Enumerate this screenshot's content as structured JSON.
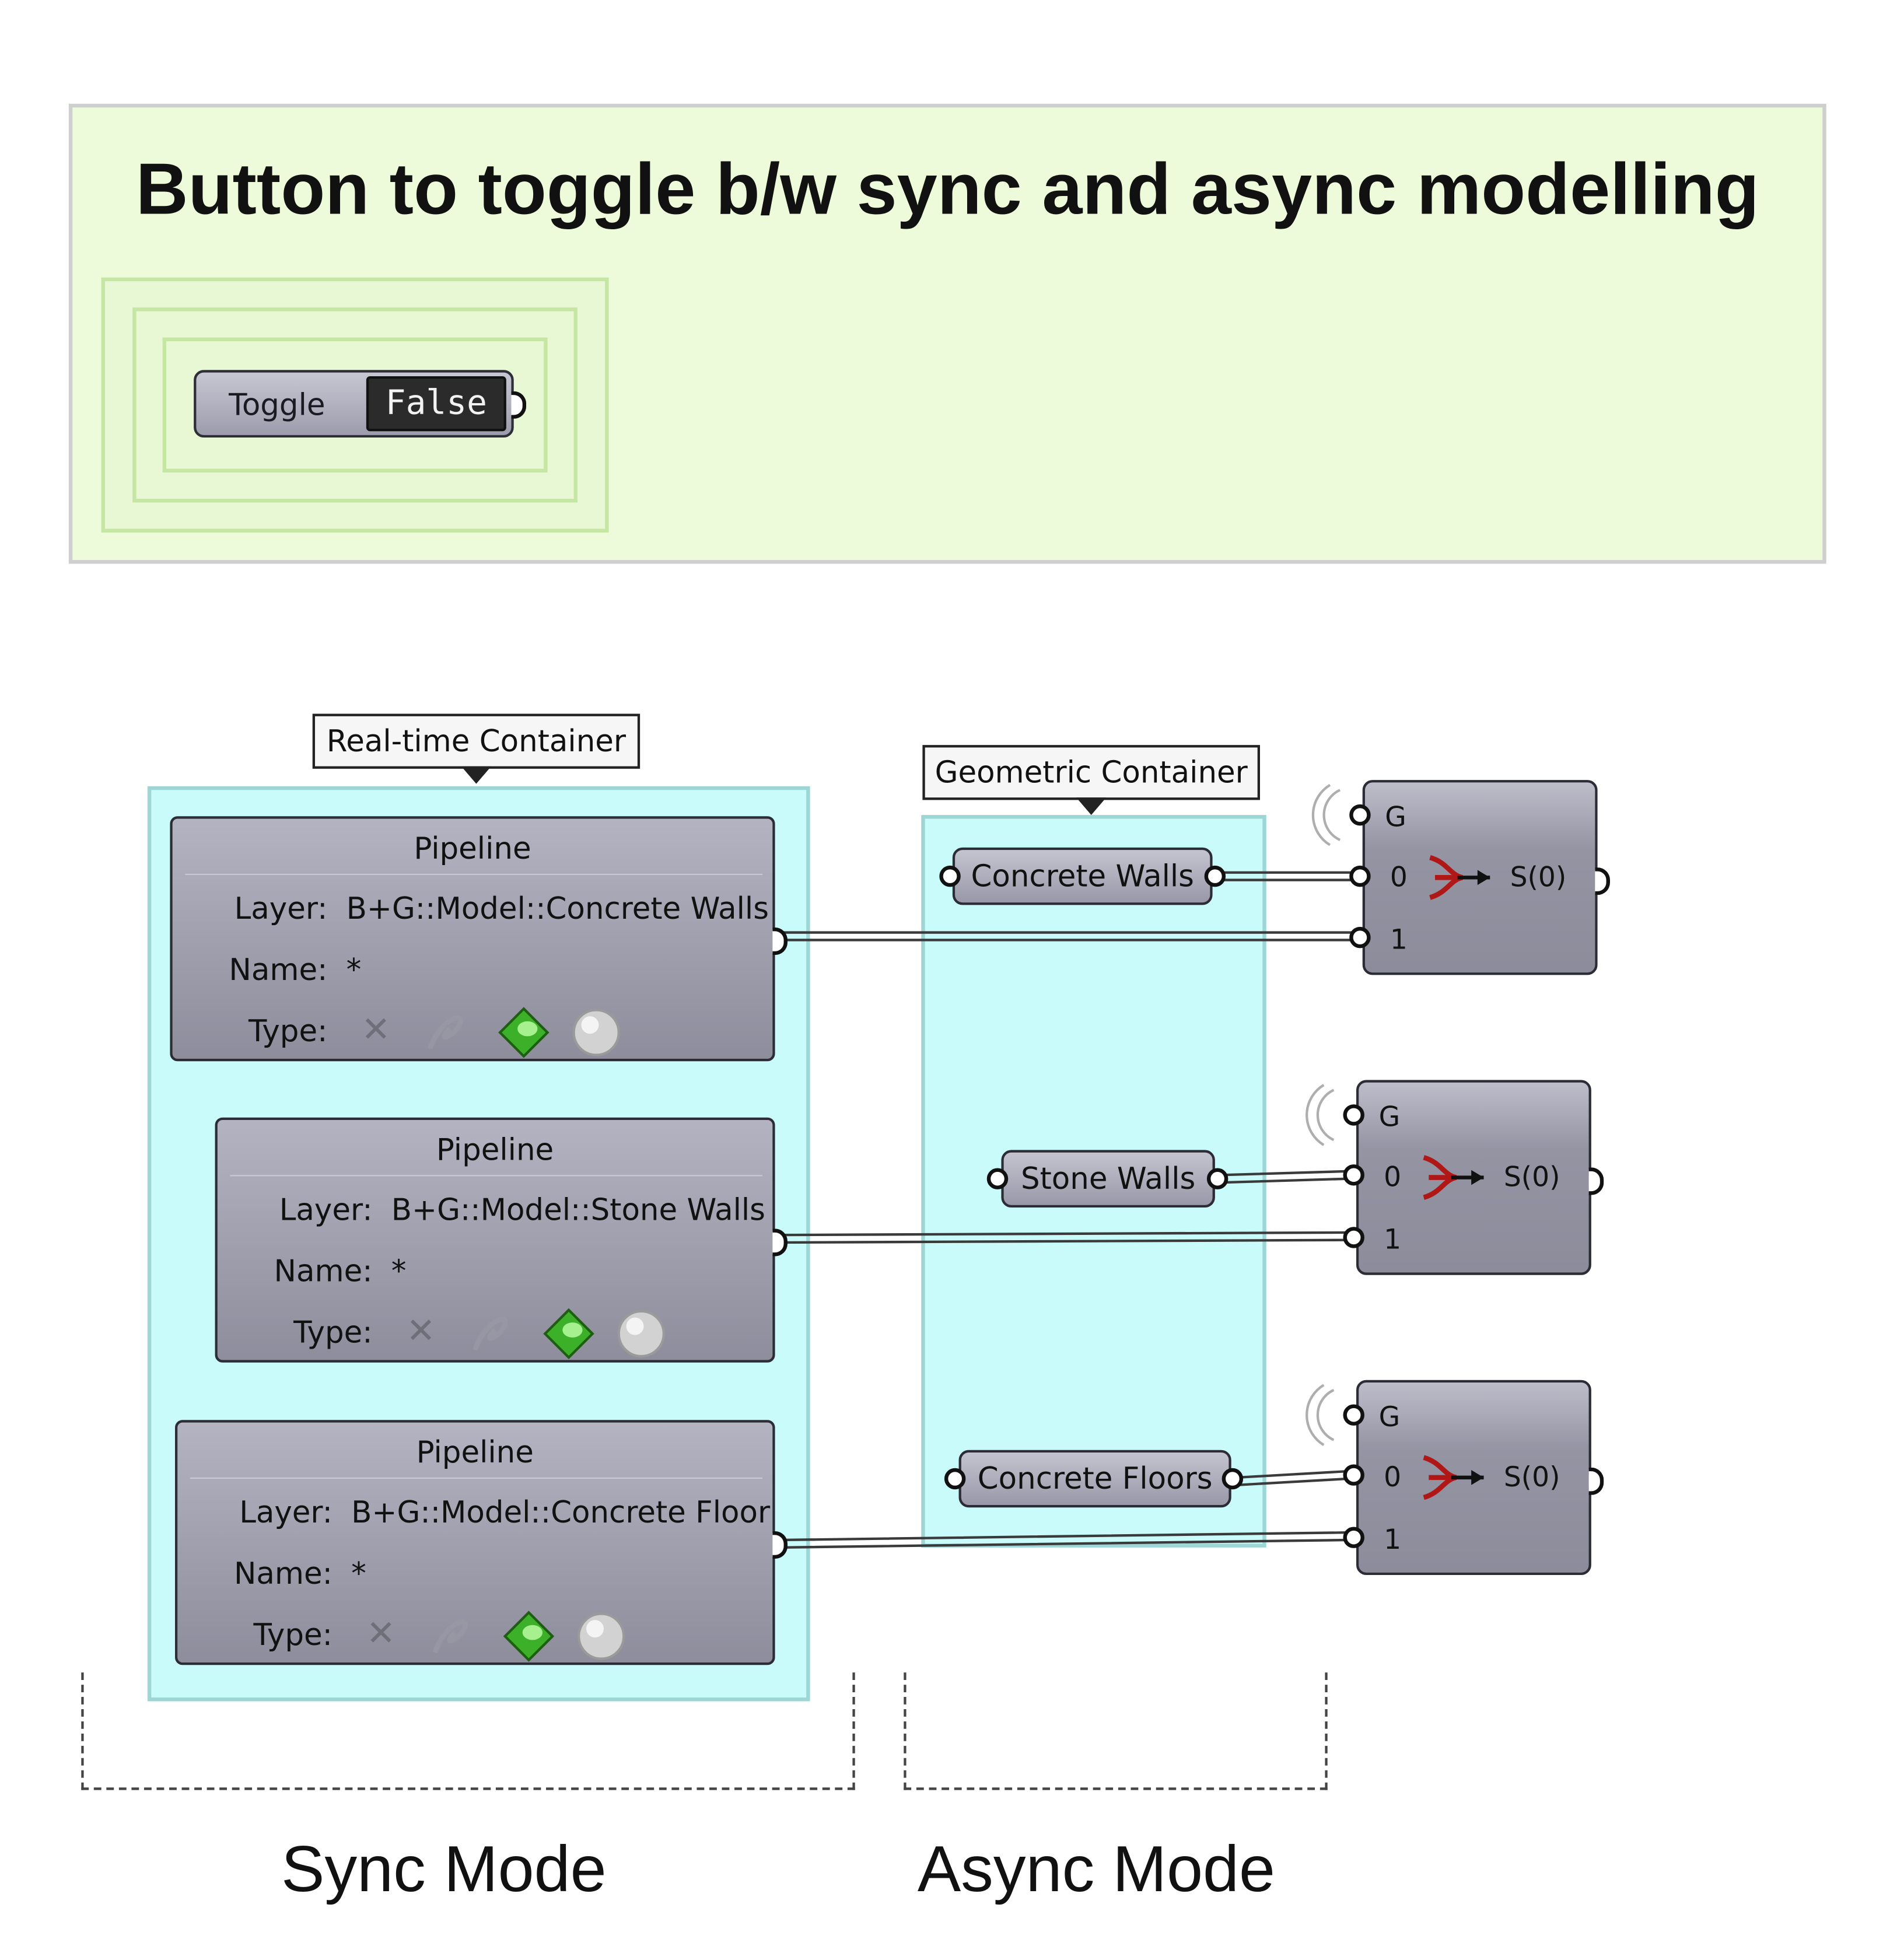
{
  "header": {
    "title": "Button to toggle b/w sync and async modelling"
  },
  "toggle": {
    "label": "Toggle",
    "value": "False"
  },
  "groups": {
    "realtime_label": "Real-time Container",
    "geometric_label": "Geometric Container"
  },
  "pipeline_fields": {
    "title": "Pipeline",
    "layer": "Layer:",
    "name": "Name:",
    "type": "Type:"
  },
  "pipelines": [
    {
      "layer": "B+G::Model::Concrete Walls",
      "name": "*"
    },
    {
      "layer": "B+G::Model::Stone Walls",
      "name": "*"
    },
    {
      "layer": "B+G::Model::Concrete Floor",
      "name": "*"
    }
  ],
  "params": [
    "Concrete Walls",
    "Stone Walls",
    "Concrete Floors"
  ],
  "stream_filter": {
    "input_g": "G",
    "input_0": "0",
    "input_1": "1",
    "output": "S(0)"
  },
  "type_icons": [
    "x-icon",
    "curve-icon",
    "brep-icon",
    "mesh-icon"
  ],
  "modes": {
    "sync": "Sync Mode",
    "async": "Async Mode"
  },
  "colors": {
    "group_fill": "#c9fbfb",
    "panel_fill": "#eefbdb",
    "node_fill": "#a0a0ae",
    "arrow_red": "#b01818"
  }
}
